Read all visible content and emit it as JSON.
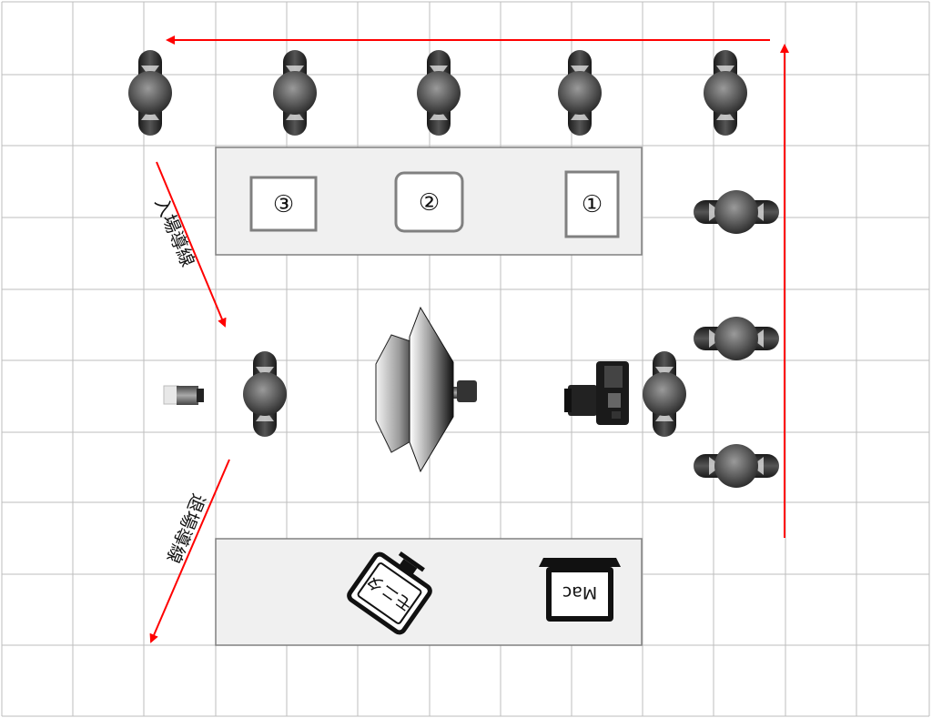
{
  "labels": {
    "entry_route": "入場導線",
    "exit_route": "退場導線"
  },
  "stations": {
    "station_1": "①",
    "station_2": "②",
    "station_3": "③"
  },
  "devices": {
    "monitor": "モニタ",
    "mac": "Mac"
  },
  "icons": {
    "person": "person-topdown-icon",
    "camera": "camera-icon",
    "strobe": "strobe-softbox-icon",
    "light": "spot-light-icon",
    "laptop": "laptop-icon",
    "monitor": "monitor-icon"
  },
  "colors": {
    "route_arrow": "#ff0000",
    "grid_line": "#bdbdbd",
    "table_fill": "#f0f0f0",
    "table_border": "#808080",
    "device_dark": "#111111"
  }
}
